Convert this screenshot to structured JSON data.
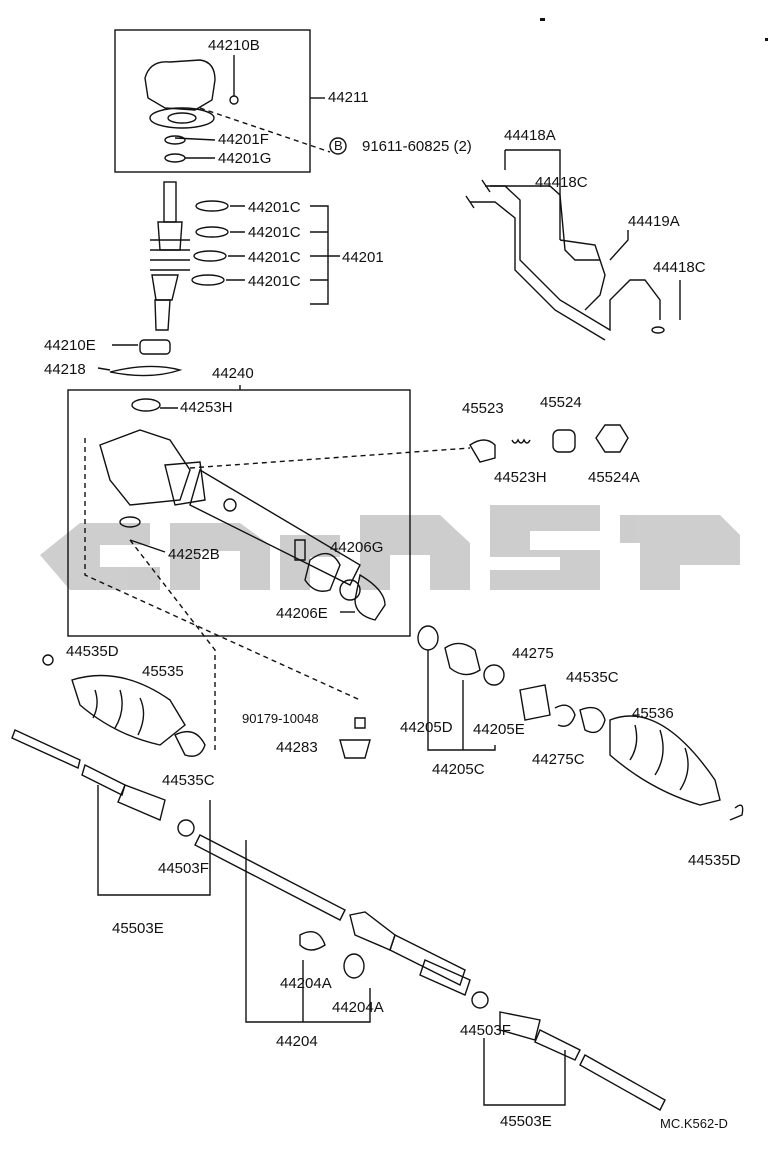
{
  "diagram": {
    "catalog_code": "MC.K562-D",
    "watermark_text": "",
    "labels": {
      "p44210B": "44210B",
      "p44211": "44211",
      "p44201F": "44201F",
      "p44201G": "44201G",
      "p91611": "91611-60825 (2)",
      "bolt_mark": "B",
      "p44201C_1": "44201C",
      "p44201C_2": "44201C",
      "p44201C_3": "44201C",
      "p44201C_4": "44201C",
      "p44201": "44201",
      "p44210E": "44210E",
      "p44218": "44218",
      "p44240": "44240",
      "p44253H": "44253H",
      "p44252B": "44252B",
      "p44206G": "44206G",
      "p44206E": "44206E",
      "p44418A": "44418A",
      "p44418C_1": "44418C",
      "p44419A": "44419A",
      "p44418C_2": "44418C",
      "p45523": "45523",
      "p45524": "45524",
      "p44523H": "44523H",
      "p45524A": "45524A",
      "p44535D_1": "44535D",
      "p45535": "45535",
      "p44535C_1": "44535C",
      "p90179": "90179-10048",
      "p44283": "44283",
      "p44275": "44275",
      "p44535C_2": "44535C",
      "p45536": "45536",
      "p44205D": "44205D",
      "p44205E": "44205E",
      "p44275C": "44275C",
      "p44205C": "44205C",
      "p44535D_2": "44535D",
      "p44503F_1": "44503F",
      "p45503E_1": "45503E",
      "p44204A_1": "44204A",
      "p44204A_2": "44204A",
      "p44204": "44204",
      "p44503F_2": "44503F",
      "p45503E_2": "45503E"
    }
  }
}
